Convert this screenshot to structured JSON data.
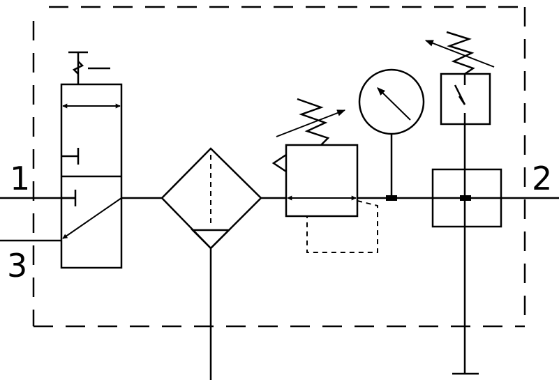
{
  "ports": {
    "inlet": "1",
    "outlet": "2",
    "exhaust": "3"
  },
  "colors": {
    "line": "#000000",
    "background": "#ffffff"
  }
}
